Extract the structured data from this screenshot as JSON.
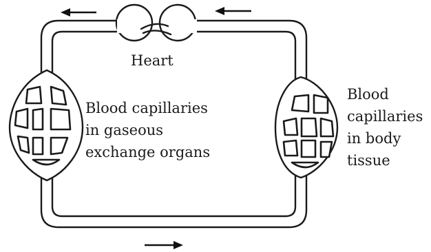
{
  "labels": {
    "heart": "Heart",
    "left_organ": [
      "Blood capillaries",
      "in gaseous",
      "exchange organs"
    ],
    "right_organ": [
      "Blood",
      "capillaries",
      "in body",
      "tissue"
    ]
  },
  "flow_arrows": [
    "left",
    "left",
    "right"
  ],
  "colors": {
    "ink": "#1a1a1a",
    "background": "#ffffff"
  }
}
